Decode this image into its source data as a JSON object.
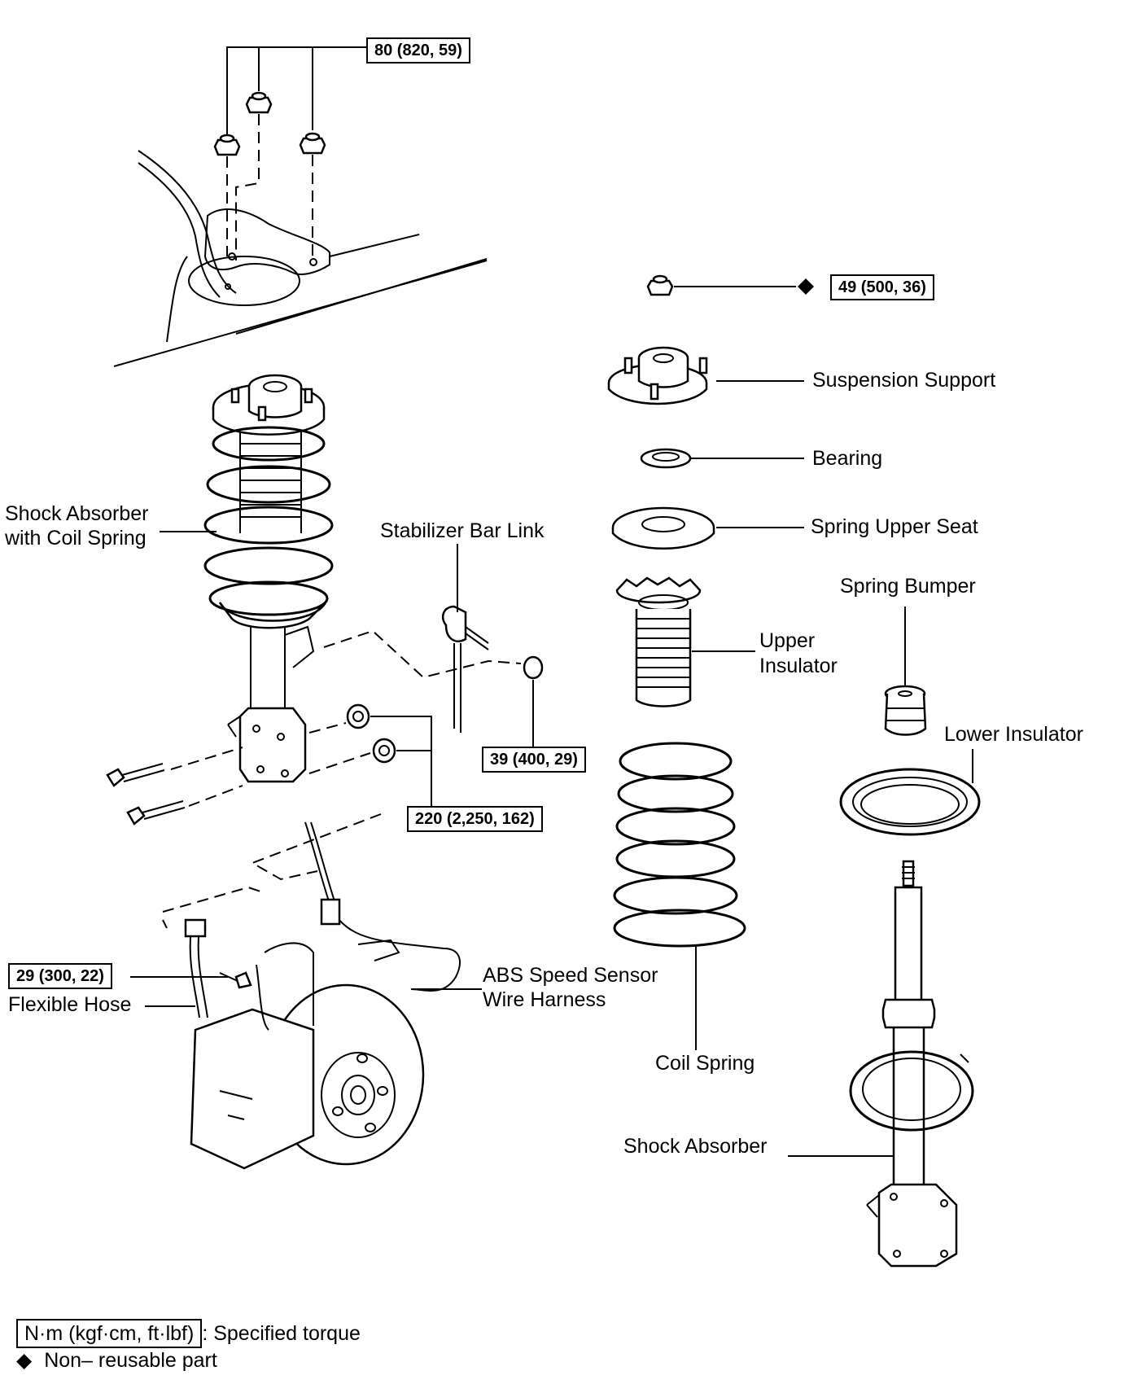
{
  "labels": {
    "shock_with_spring": [
      "Shock Absorber",
      "with Coil Spring"
    ],
    "stabilizer_link": "Stabilizer Bar Link",
    "suspension_support": "Suspension Support",
    "bearing": "Bearing",
    "spring_upper_seat": "Spring Upper Seat",
    "spring_bumper": "Spring Bumper",
    "upper_insulator": [
      "Upper",
      "Insulator"
    ],
    "lower_insulator": "Lower Insulator",
    "abs_harness": [
      "ABS Speed Sensor",
      "Wire Harness"
    ],
    "coil_spring": "Coil Spring",
    "shock_absorber": "Shock Absorber",
    "flexible_hose": "Flexible Hose"
  },
  "torques": {
    "mount_nuts": "80 (820, 59)",
    "support_nut": "49 (500, 36)",
    "stab_nut": "39 (400, 29)",
    "knuckle_bolts": "220 (2,250, 162)",
    "hose_bolt": "29 (300, 22)"
  },
  "legend": {
    "torque_unit": "N·m (kgf·cm, ft·lbf)",
    "torque_text": ": Specified torque",
    "nonreusable_symbol": "◆",
    "nonreusable_text": "Non– reusable part"
  }
}
